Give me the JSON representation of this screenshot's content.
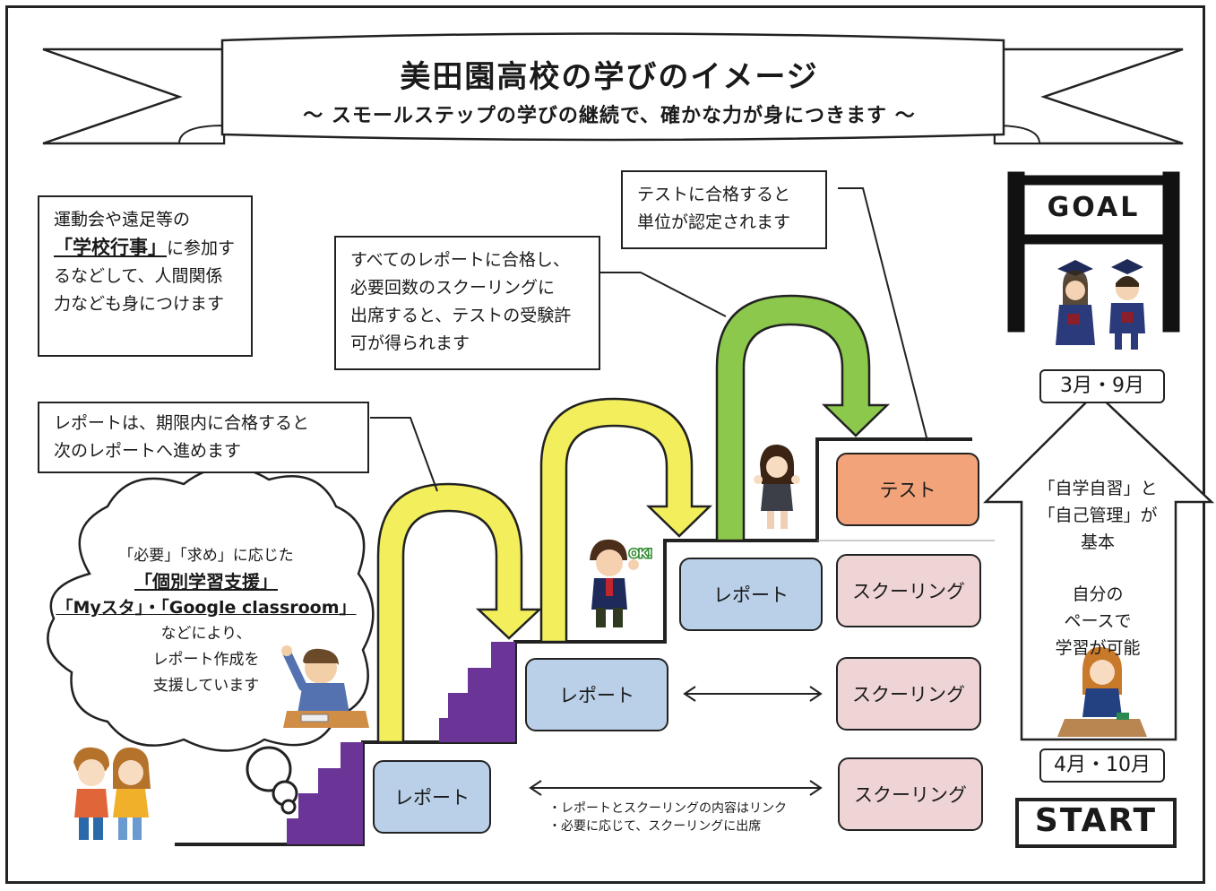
{
  "banner": {
    "title": "美田園高校の学びのイメージ",
    "subtitle": "～ スモールステップの学びの継続で、確かな力が身につきます ～"
  },
  "notes": {
    "events": {
      "line1": "運動会や遠足等の",
      "emph": "「学校行事」",
      "line2_rest": "に参加す",
      "line3": "るなどして、人間関係",
      "line4": "力なども身につけます"
    },
    "report_deadline": {
      "line1": "レポートは、期限内に合格すると",
      "line2": "次のレポートへ進めます"
    },
    "all_reports": {
      "line1": "すべてのレポートに合格し、",
      "line2": "必要回数のスクーリングに",
      "line3": "出席すると、テストの受験許",
      "line4": "可が得られます"
    },
    "test_pass": {
      "line1": "テストに合格すると",
      "line2": "単位が認定されます"
    }
  },
  "cloud": {
    "line1": "「必要」「求め」に応じた",
    "line2": "「個別学習支援」",
    "line3": "「Myスタ」・「Google classroom」",
    "line4": "などにより、",
    "line5": "レポート作成を",
    "line6": "支援しています"
  },
  "steps": {
    "report": "レポート",
    "schooling": "スクーリング",
    "test": "テスト",
    "link_note1": "・レポートとスクーリングの内容はリンク",
    "link_note2": "・必要に応じて、スクーリングに出席"
  },
  "right_column": {
    "goal": "GOAL",
    "graduation_months": "3月・9月",
    "arrow_line1": "「自学自習」と",
    "arrow_line2": "「自己管理」が",
    "arrow_line3": "基本",
    "arrow_line4": "自分の",
    "arrow_line5": "ペースで",
    "arrow_line6": "学習が可能",
    "entry_months": "4月・10月",
    "start": "START"
  },
  "illustration_labels": {
    "ok_sign": "OK!"
  },
  "colors": {
    "yellow_arrow": "#f3ef5c",
    "green_arrow": "#8cc84b",
    "stairs_purple": "#6a3597",
    "report_box": "#b9d0e8",
    "schooling_box": "#efd4d5",
    "test_box": "#f2a37a"
  }
}
